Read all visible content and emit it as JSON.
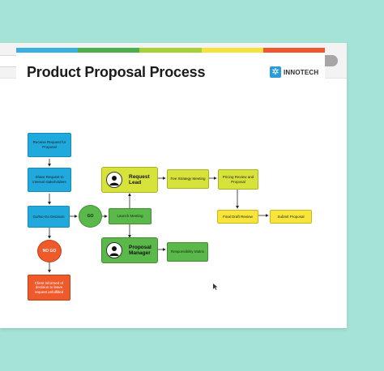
{
  "window": {
    "toolbar_pills": 4
  },
  "colorbar": [
    "#3ab0e2",
    "#4cb04a",
    "#a6cf3a",
    "#f6e23c",
    "#f0552d"
  ],
  "title": "Product Proposal Process",
  "logo": {
    "text": "INNOTECH",
    "icon": "gear-icon"
  },
  "nodes": {
    "receive": "Receive Request for Proposal",
    "share": "Share Request to internal stakeholders",
    "decision": "Go/No-Go Decision",
    "nogo": "NO GO",
    "inform": "Client informed of decision to leave request unfulfilled",
    "go": "GO",
    "kickoff": "Launch Meeting",
    "request_lead": "Request Lead",
    "proposal_manager": "Proposal Manager",
    "fee_strategy": "Fee Strategy Meeting",
    "pricing": "Pricing Review and Proposal",
    "final_draft": "Final Draft Review",
    "submit": "Submit Proposal",
    "responsibility": "Responsibility Matrix"
  },
  "icons": {
    "person": "person-icon",
    "cursor": "cursor-icon"
  }
}
